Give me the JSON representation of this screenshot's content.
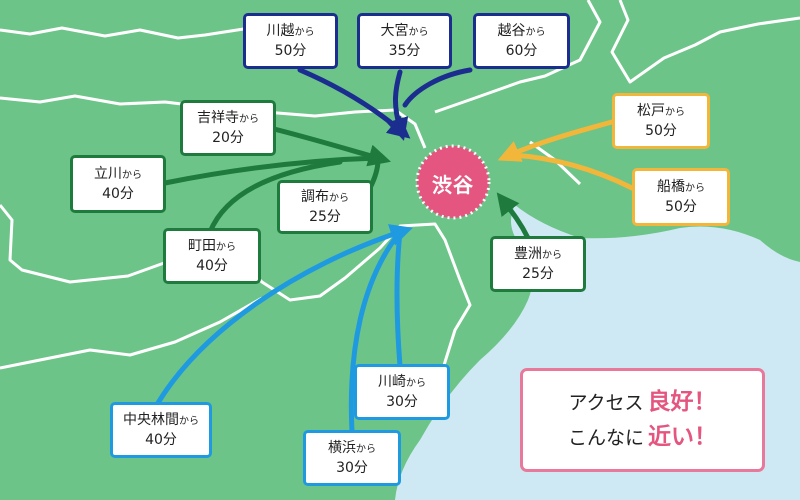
{
  "destination": {
    "name": "渋谷"
  },
  "origins": [
    {
      "id": "kawagoe",
      "name": "川越",
      "suffix": "から",
      "time": "50分",
      "color_group": "navy"
    },
    {
      "id": "omiya",
      "name": "大宮",
      "suffix": "から",
      "time": "35分",
      "color_group": "navy"
    },
    {
      "id": "koshigaya",
      "name": "越谷",
      "suffix": "から",
      "time": "60分",
      "color_group": "navy"
    },
    {
      "id": "kichijoji",
      "name": "吉祥寺",
      "suffix": "から",
      "time": "20分",
      "color_group": "green"
    },
    {
      "id": "tachikawa",
      "name": "立川",
      "suffix": "から",
      "time": "40分",
      "color_group": "green"
    },
    {
      "id": "chofu",
      "name": "調布",
      "suffix": "から",
      "time": "25分",
      "color_group": "green"
    },
    {
      "id": "machida",
      "name": "町田",
      "suffix": "から",
      "time": "40分",
      "color_group": "green"
    },
    {
      "id": "toyosu",
      "name": "豊洲",
      "suffix": "から",
      "time": "25分",
      "color_group": "green"
    },
    {
      "id": "matsudo",
      "name": "松戸",
      "suffix": "から",
      "time": "50分",
      "color_group": "yellow"
    },
    {
      "id": "funabashi",
      "name": "船橋",
      "suffix": "から",
      "time": "50分",
      "color_group": "yellow"
    },
    {
      "id": "kawasaki",
      "name": "川崎",
      "suffix": "から",
      "time": "30分",
      "color_group": "blue"
    },
    {
      "id": "yokohama",
      "name": "横浜",
      "suffix": "から",
      "time": "30分",
      "color_group": "blue"
    },
    {
      "id": "chuorinkan",
      "name": "中央林間",
      "suffix": "から",
      "time": "40分",
      "color_group": "blue"
    }
  ],
  "promo": {
    "line1_prefix": "アクセス",
    "line1_emphasis": "良好！",
    "line2_prefix": "こんなに",
    "line2_emphasis": "近い！"
  },
  "colors": {
    "land": "#6cc488",
    "water": "#cfe9f4",
    "borders": "#ffffff",
    "navy": "#1b2d8e",
    "green": "#1f7a3e",
    "yellow": "#f2b63b",
    "blue": "#1f9ae0",
    "destination": "#e4557f",
    "promo_border": "#e8799a"
  }
}
